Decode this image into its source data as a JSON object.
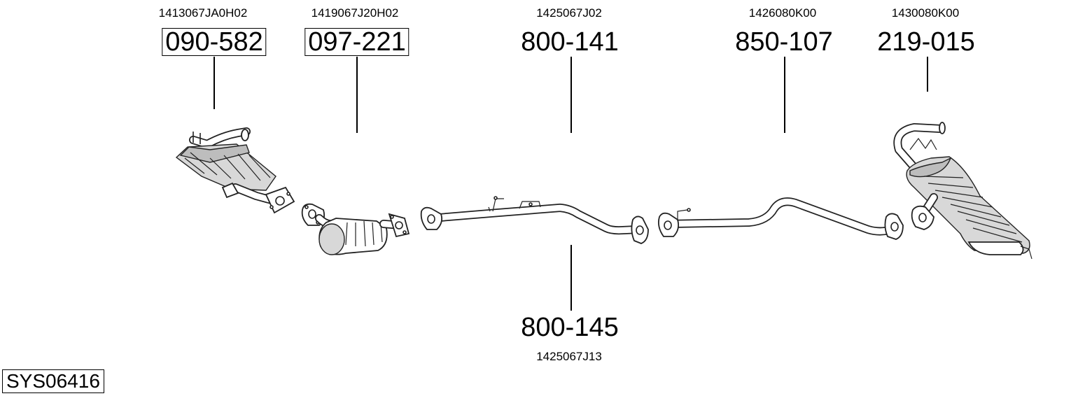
{
  "system_code": "SYS06416",
  "parts": [
    {
      "id": "front-pipe",
      "part_number": "090-582",
      "oem_number": "1413067JA0H02",
      "boxed": true
    },
    {
      "id": "catalyst",
      "part_number": "097-221",
      "oem_number": "1419067J20H02",
      "boxed": true
    },
    {
      "id": "middle-pipe-a",
      "part_number": "800-141",
      "oem_number": "1425067J02",
      "boxed": false
    },
    {
      "id": "middle-pipe-b",
      "part_number": "800-145",
      "oem_number": "1425067J13",
      "boxed": false
    },
    {
      "id": "intermediate-pipe",
      "part_number": "850-107",
      "oem_number": "1426080K00",
      "boxed": false
    },
    {
      "id": "rear-silencer",
      "part_number": "219-015",
      "oem_number": "1430080K00",
      "boxed": false
    }
  ]
}
